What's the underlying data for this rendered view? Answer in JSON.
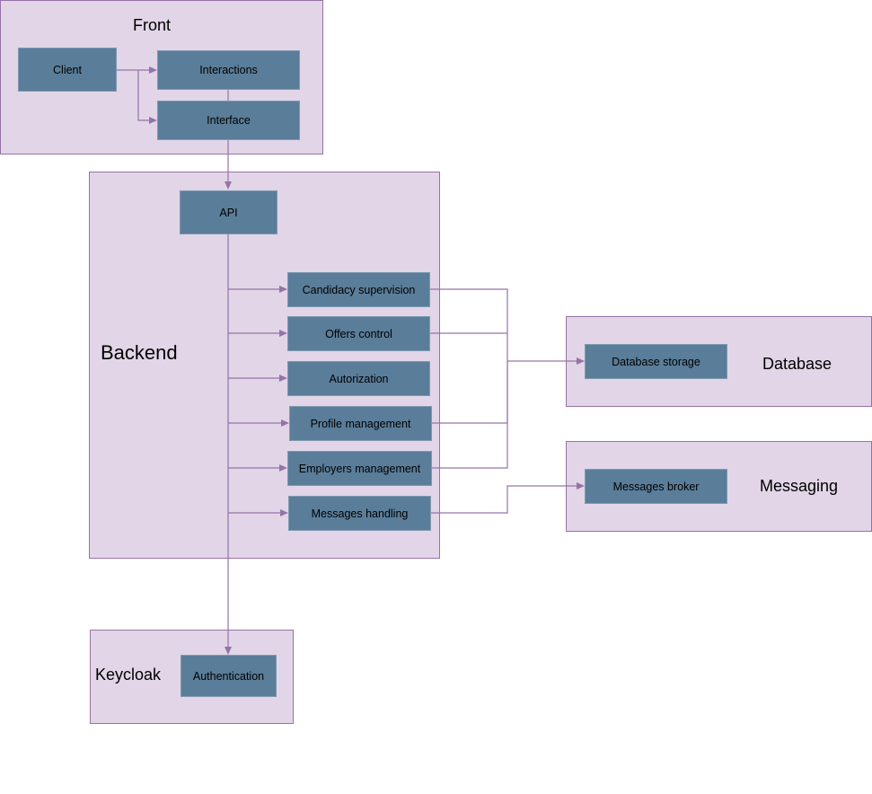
{
  "colors": {
    "group_fill": "#e1d5e7",
    "group_border": "#9673a6",
    "node_fill": "#5a7d99",
    "edge": "#9673a6"
  },
  "groups": {
    "front": "Front",
    "backend": "Backend",
    "database": "Database",
    "messaging": "Messaging",
    "keycloak": "Keycloak"
  },
  "nodes": {
    "client": "Client",
    "interactions": "Interactions",
    "interface": "Interface",
    "api": "API",
    "candidacy_supervision": "Candidacy supervision",
    "offers_control": "Offers control",
    "autorization": "Autorization",
    "profile_management": "Profile management",
    "employers_management": "Employers management",
    "messages_handling": "Messages handling",
    "database_storage": "Database storage",
    "messages_broker": "Messages broker",
    "authentication": "Authentication"
  },
  "edges": [
    {
      "from": "client",
      "to": "interactions"
    },
    {
      "from": "client",
      "to": "interface"
    },
    {
      "from": "interface",
      "to": "api"
    },
    {
      "from": "api",
      "to": "candidacy_supervision"
    },
    {
      "from": "api",
      "to": "offers_control"
    },
    {
      "from": "api",
      "to": "autorization"
    },
    {
      "from": "api",
      "to": "profile_management"
    },
    {
      "from": "api",
      "to": "employers_management"
    },
    {
      "from": "api",
      "to": "messages_handling"
    },
    {
      "from": "api",
      "to": "authentication"
    },
    {
      "from": "candidacy_supervision",
      "to": "database_storage"
    },
    {
      "from": "offers_control",
      "to": "database_storage"
    },
    {
      "from": "profile_management",
      "to": "database_storage"
    },
    {
      "from": "employers_management",
      "to": "database_storage"
    },
    {
      "from": "messages_handling",
      "to": "messages_broker"
    }
  ]
}
